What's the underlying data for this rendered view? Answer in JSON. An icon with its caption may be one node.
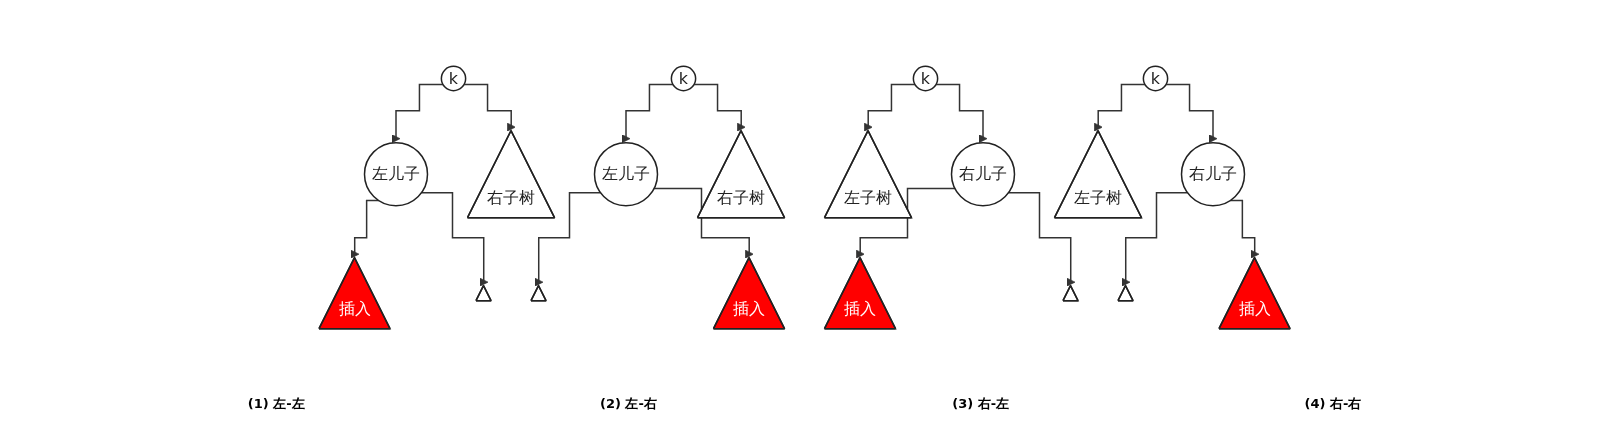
{
  "diagram": {
    "nodes": [
      {
        "text": [
          "k"
        ]
      },
      {
        "text": [
          "左儿子"
        ]
      },
      {
        "text": [
          "右子树"
        ]
      },
      {
        "text": [
          "插入"
        ]
      },
      {
        "text": [],
        "shape": "triangle"
      },
      {
        "text": [
          "k"
        ]
      },
      {
        "text": [
          "左儿子"
        ]
      },
      {
        "text": [
          "右子树"
        ]
      },
      {
        "text": [],
        "shape": "triangle"
      },
      {
        "text": [
          "插入"
        ]
      },
      {
        "text": [
          "k"
        ]
      },
      {
        "text": [
          "左子树"
        ]
      },
      {
        "text": [
          "右儿子"
        ]
      },
      {
        "text": [
          "插入"
        ]
      },
      {
        "text": [],
        "shape": "triangle"
      },
      {
        "text": [
          "k"
        ]
      },
      {
        "text": [
          "左子树"
        ]
      },
      {
        "text": [
          "右儿子"
        ]
      },
      {
        "text": [],
        "shape": "triangle"
      },
      {
        "text": [
          "插入"
        ]
      }
    ],
    "edges": [
      {
        "from": 0,
        "to": 1,
        "arrow": "to"
      },
      {
        "from": 0,
        "to": 2,
        "arrow": "to"
      },
      {
        "from": 1,
        "to": 3,
        "arrow": "to"
      },
      {
        "from": 1,
        "to": 4,
        "arrow": "to"
      },
      {
        "from": 5,
        "to": 6,
        "arrow": "to"
      },
      {
        "from": 5,
        "to": 7,
        "arrow": "to"
      },
      {
        "from": 6,
        "to": 8,
        "arrow": "to"
      },
      {
        "from": 6,
        "to": 9,
        "arrow": "to"
      },
      {
        "from": 10,
        "to": 11,
        "arrow": "to"
      },
      {
        "from": 10,
        "to": 12,
        "arrow": "to"
      },
      {
        "from": 12,
        "to": 13,
        "arrow": "to"
      },
      {
        "from": 12,
        "to": 14,
        "arrow": "to"
      },
      {
        "from": 15,
        "to": 16,
        "arrow": "to"
      },
      {
        "from": 15,
        "to": 17,
        "arrow": "to"
      },
      {
        "from": 17,
        "to": 18,
        "arrow": "to"
      },
      {
        "from": 17,
        "to": 19,
        "arrow": "to"
      }
    ],
    "labels": [
      "(1) 左-左",
      "(2) 左-右",
      "(3) 右-左",
      "(4) 右-右"
    ]
  }
}
